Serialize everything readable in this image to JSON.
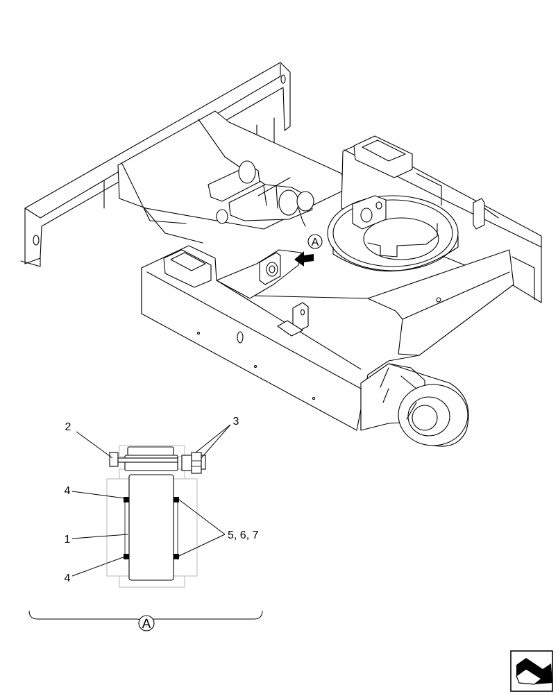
{
  "callout_view": "A",
  "detail": {
    "view_label": "A",
    "parts": [
      {
        "id": "label-2",
        "text": "2"
      },
      {
        "id": "label-3",
        "text": "3"
      },
      {
        "id": "label-4-top",
        "text": "4"
      },
      {
        "id": "label-1",
        "text": "1"
      },
      {
        "id": "label-5-6-7",
        "text": "5, 6, 7"
      },
      {
        "id": "label-4-bottom",
        "text": "4"
      }
    ]
  },
  "nav_icon": "page-turn-arrow-icon"
}
